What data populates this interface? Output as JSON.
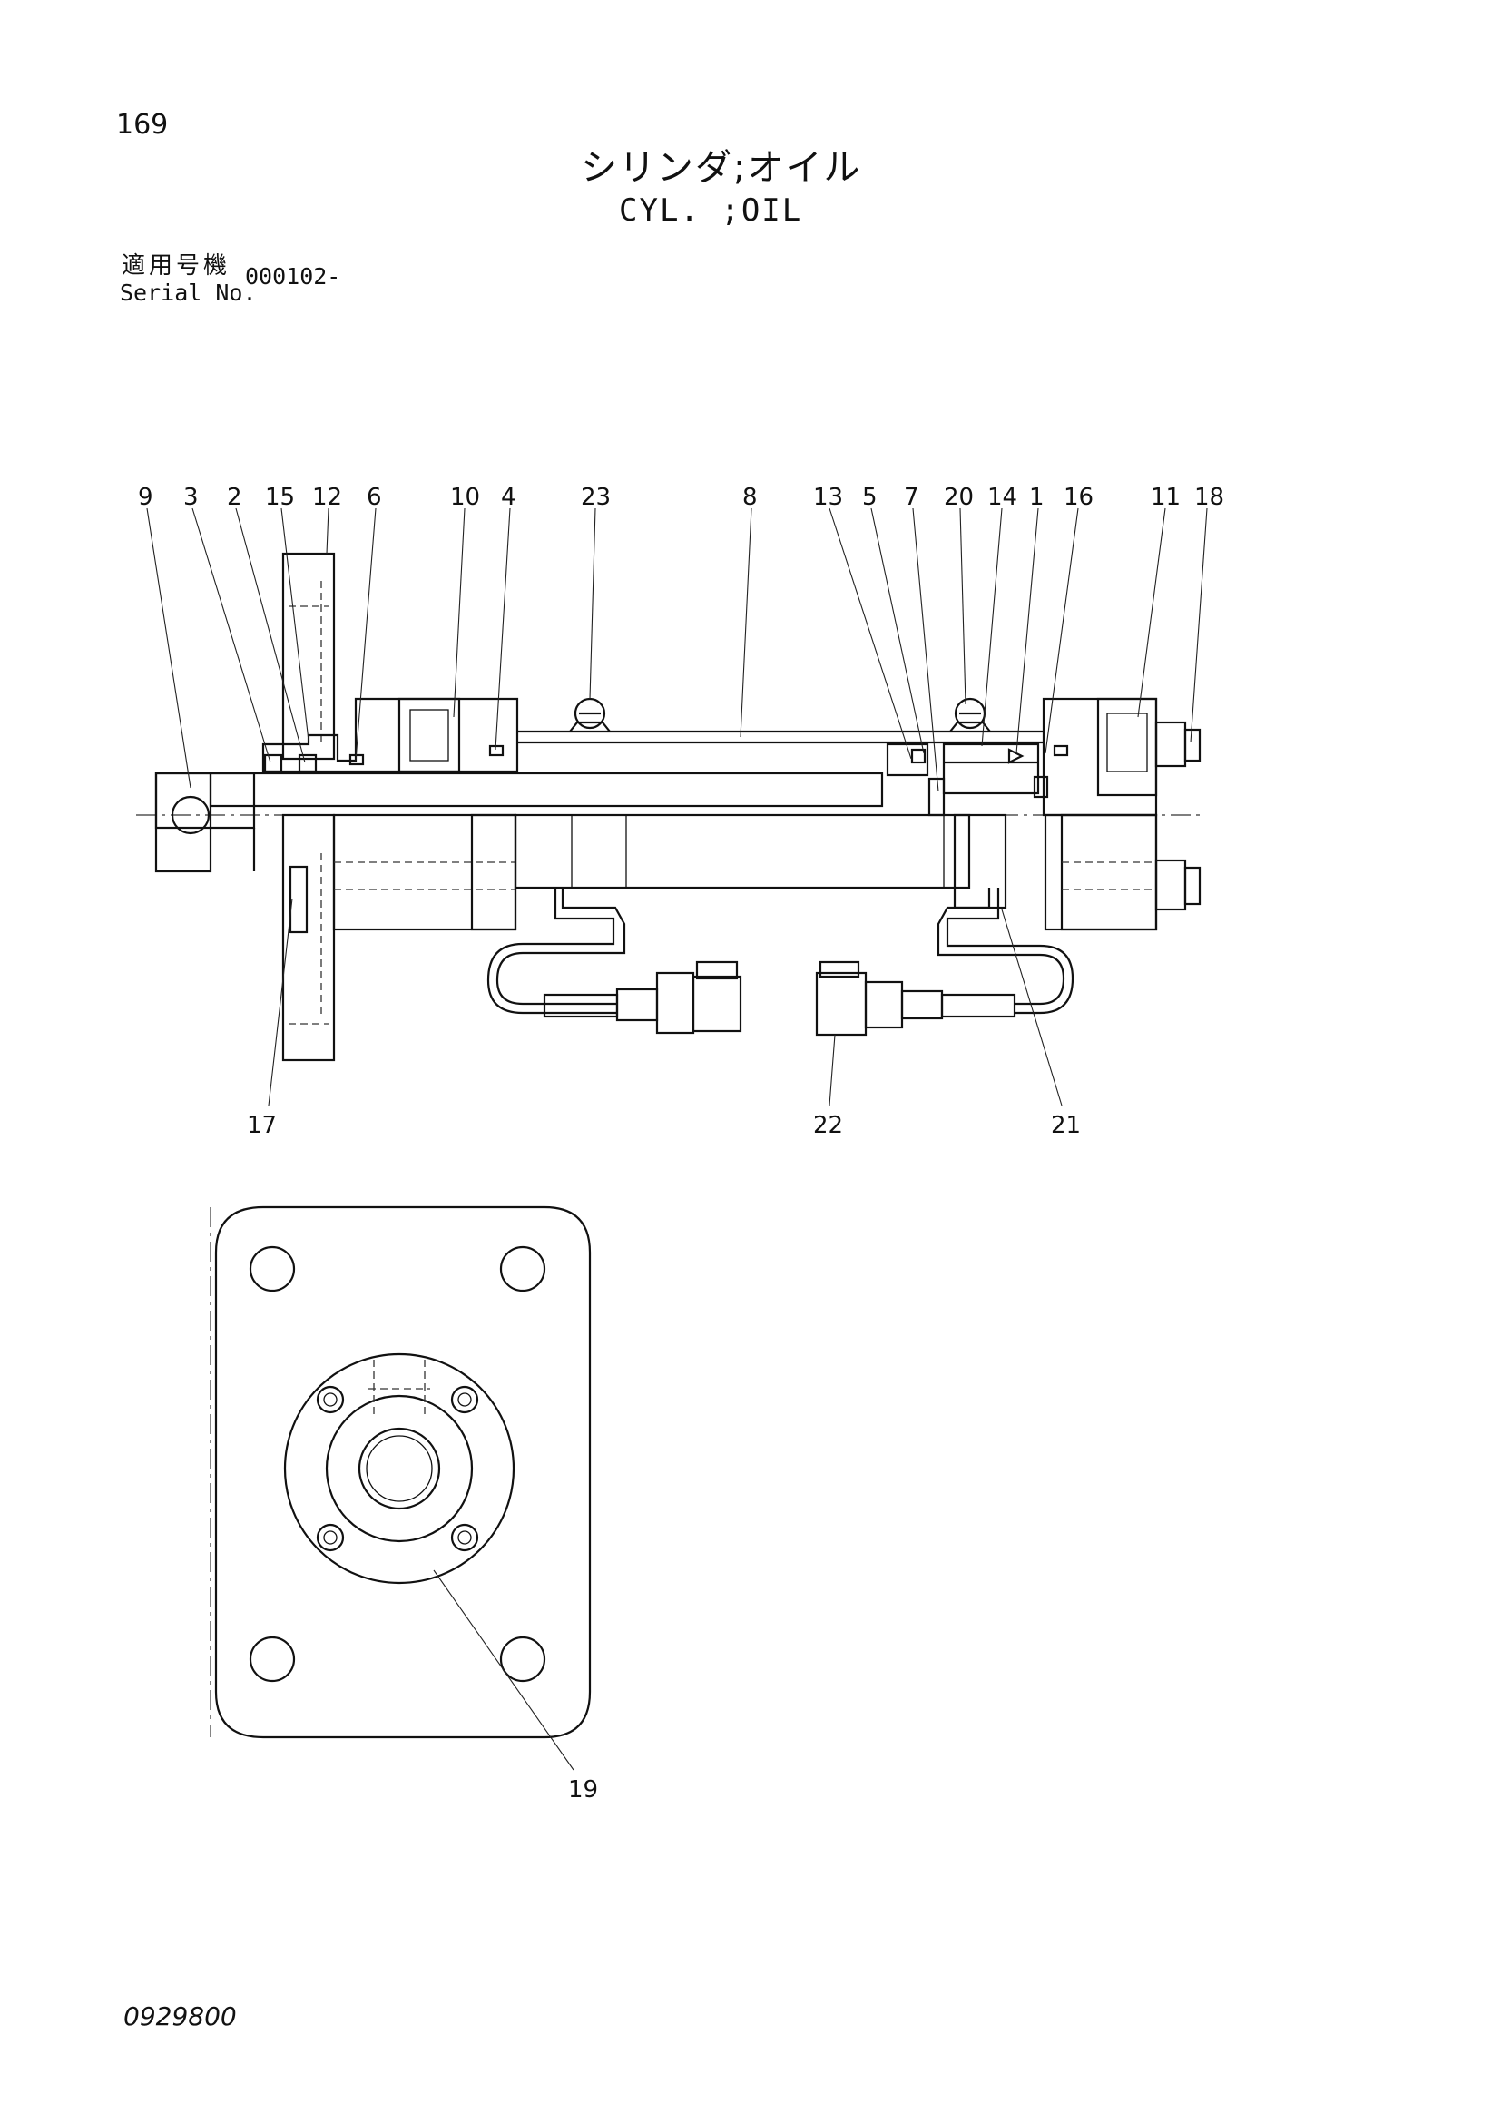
{
  "header": {
    "page_number": "169",
    "title_ja": "シリンダ;オイル",
    "title_en": "CYL. ;OIL",
    "serial_label_ja": "適用号機",
    "serial_label_en": "Serial No.",
    "serial_value": "000102-"
  },
  "footer": {
    "document_number": "0929800"
  },
  "callouts_top": [
    "9",
    "3",
    "2",
    "15",
    "12",
    "6",
    "10",
    "4",
    "23",
    "8",
    "13",
    "5",
    "7",
    "20",
    "14",
    "1",
    "16",
    "11",
    "18"
  ],
  "callouts_bottom": [
    "17",
    "22",
    "21"
  ],
  "callout_flange": "19"
}
